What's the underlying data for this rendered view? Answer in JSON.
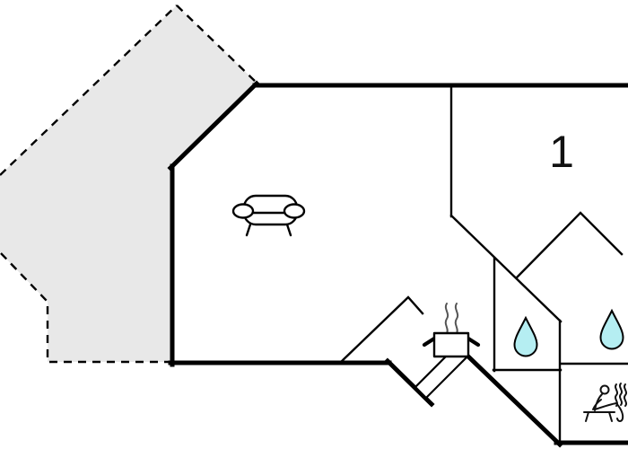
{
  "plan": {
    "type": "floor-plan",
    "room_label_1": "1",
    "colors": {
      "wall": "#000000",
      "background": "#ffffff",
      "terrace_fill": "#e8e8e8",
      "water_drop_fill": "#b5eef2",
      "steam": "#555555"
    },
    "areas": [
      {
        "name": "terrace",
        "style": "dashed-outline-gray"
      },
      {
        "name": "living-room",
        "icon": "sofa-icon"
      },
      {
        "name": "bedroom",
        "label": "1",
        "icon": "bed-corner-icon"
      },
      {
        "name": "kitchen",
        "icon": "stove-pot-icon"
      },
      {
        "name": "bathroom-left",
        "icon": "water-drop-icon"
      },
      {
        "name": "bathroom-right",
        "icon": "water-drop-icon"
      },
      {
        "name": "sauna",
        "icon": "sauna-person-icon"
      },
      {
        "name": "entrance",
        "icon": "open-door-icon"
      }
    ]
  }
}
